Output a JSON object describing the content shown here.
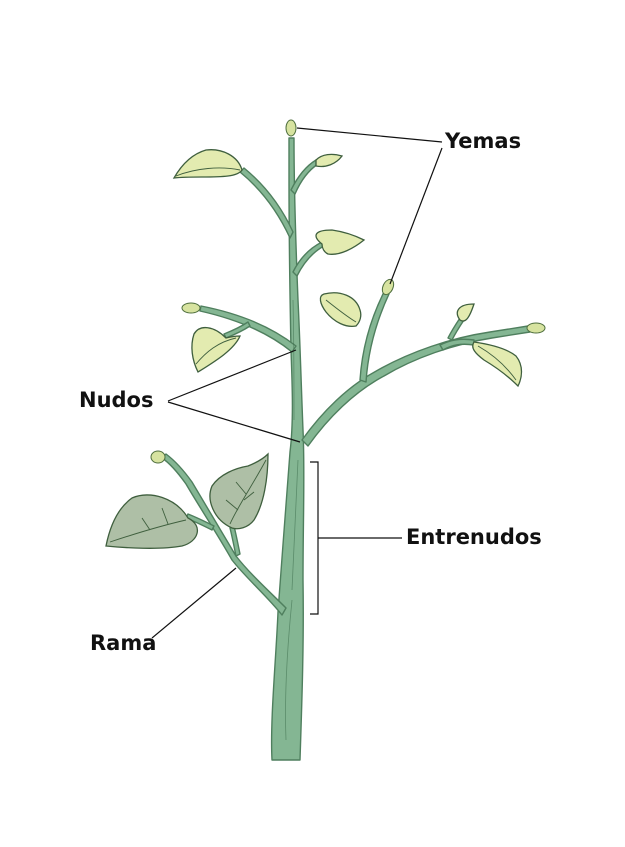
{
  "diagram": {
    "labels": {
      "yemas": "Yemas",
      "nudos": "Nudos",
      "entrenudos": "Entrenudos",
      "rama": "Rama"
    },
    "colors": {
      "background": "#ffffff",
      "stem_fill": "#84b693",
      "stem_outline": "#4f7f5e",
      "leaf_fill": "#e3ebb0",
      "leaf_dark_fill": "#aebfa6",
      "leaf_outline": "#3f5f3e",
      "leader_line": "#111111"
    }
  }
}
